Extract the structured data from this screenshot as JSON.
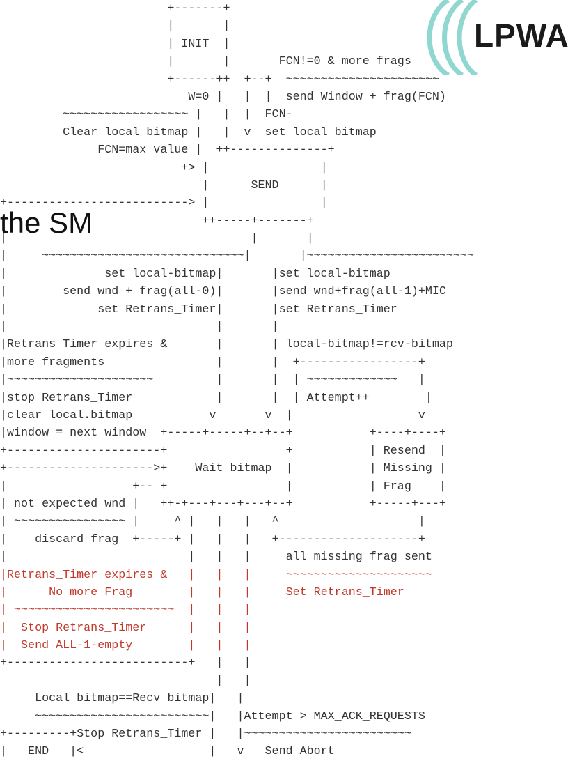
{
  "logo": {
    "text": "LPWA",
    "accent_color": "#8fd7cf"
  },
  "title": "the SM",
  "diagram_lines": [
    {
      "text": "                        +-------+",
      "color": "default"
    },
    {
      "text": "                        |       |",
      "color": "default"
    },
    {
      "text": "                        | INIT  |",
      "color": "default"
    },
    {
      "text": "                        |       |       FCN!=0 & more frags",
      "color": "default"
    },
    {
      "text": "                        +------++  +--+  ~~~~~~~~~~~~~~~~~~~~~~",
      "color": "default"
    },
    {
      "text": "                           W=0 |   |  |  send Window + frag(FCN)",
      "color": "default"
    },
    {
      "text": "         ~~~~~~~~~~~~~~~~~~ |   |  |  FCN-",
      "color": "default"
    },
    {
      "text": "         Clear local bitmap |   |  v  set local bitmap",
      "color": "default"
    },
    {
      "text": "              FCN=max value |  ++--------------+",
      "color": "default"
    },
    {
      "text": "                          +> |                |",
      "color": "default"
    },
    {
      "text": "                             |      SEND      |",
      "color": "default"
    },
    {
      "text": "+--------------------------> |                |",
      "color": "default"
    },
    {
      "text": "|                            ++-----+-------+",
      "color": "default"
    },
    {
      "text": "|                                   |       |",
      "color": "default"
    },
    {
      "text": "|     ~~~~~~~~~~~~~~~~~~~~~~~~~~~~~|       |~~~~~~~~~~~~~~~~~~~~~~~~",
      "color": "default"
    },
    {
      "text": "|              set local-bitmap|       |set local-bitmap",
      "color": "default"
    },
    {
      "text": "|        send wnd + frag(all-0)|       |send wnd+frag(all-1)+MIC",
      "color": "default"
    },
    {
      "text": "|             set Retrans_Timer|       |set Retrans_Timer",
      "color": "default"
    },
    {
      "text": "|                              |       |",
      "color": "default"
    },
    {
      "text": "|Retrans_Timer expires &       |       | local-bitmap!=rcv-bitmap",
      "color": "default"
    },
    {
      "text": "|more fragments                |       |  +-----------------+",
      "color": "default"
    },
    {
      "text": "|~~~~~~~~~~~~~~~~~~~~~         |       |  | ~~~~~~~~~~~~~   |",
      "color": "default"
    },
    {
      "text": "|stop Retrans_Timer            |       |  | Attempt++        |",
      "color": "default"
    },
    {
      "text": "|clear local.bitmap           v       v  |                  v",
      "color": "default"
    },
    {
      "text": "|window = next window  +-----+-----+--+--+           +----+----+",
      "color": "default"
    },
    {
      "text": "+----------------------+                 +           | Resend  |",
      "color": "default"
    },
    {
      "text": "+--------------------->+    Wait bitmap  |           | Missing |",
      "color": "default"
    },
    {
      "text": "|                  +-- +                 |           | Frag    |",
      "color": "default"
    },
    {
      "text": "| not expected wnd |   ++-+---+---+---+--+           +-----+---+",
      "color": "default"
    },
    {
      "text": "| ~~~~~~~~~~~~~~~~ |     ^ |   |   |   ^                    |",
      "color": "default"
    },
    {
      "text": "|    discard frag  +-----+ |   |   |   +--------------------+",
      "color": "default"
    },
    {
      "text": "|                          |   |   |     all missing frag sent",
      "color": "default"
    },
    {
      "text": "|Retrans_Timer expires &   |   |   |     ~~~~~~~~~~~~~~~~~~~~~",
      "color": "red"
    },
    {
      "text": "|      No more Frag        |   |   |     Set Retrans_Timer",
      "color": "red"
    },
    {
      "text": "| ~~~~~~~~~~~~~~~~~~~~~~~  |   |   |",
      "color": "red"
    },
    {
      "text": "|  Stop Retrans_Timer      |   |   |",
      "color": "red"
    },
    {
      "text": "|  Send ALL-1-empty        |   |   |",
      "color": "red"
    },
    {
      "text": "+--------------------------+   |   |",
      "color": "default"
    },
    {
      "text": "                               |   |",
      "color": "default"
    },
    {
      "text": "     Local_bitmap==Recv_bitmap|   |",
      "color": "default"
    },
    {
      "text": "     ~~~~~~~~~~~~~~~~~~~~~~~~~|   |Attempt > MAX_ACK_REQUESTS",
      "color": "default"
    },
    {
      "text": "+---------+Stop Retrans_Timer |   |~~~~~~~~~~~~~~~~~~~~~~~~",
      "color": "default"
    },
    {
      "text": "|   END   |<                  |   v   Send Abort",
      "color": "default"
    }
  ]
}
